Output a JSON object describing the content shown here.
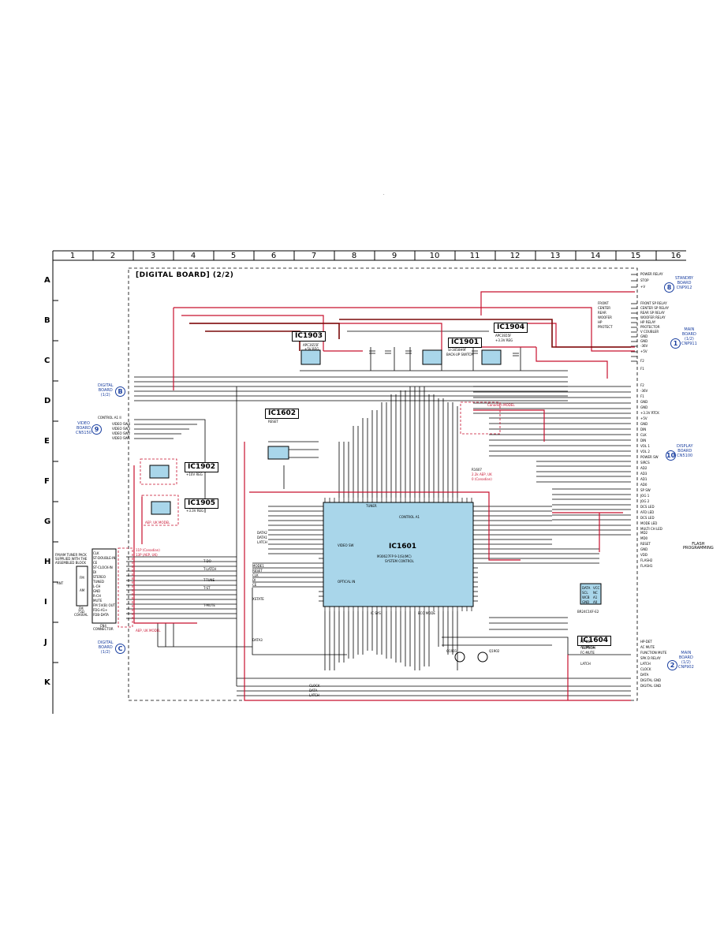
{
  "column_numbers": [
    "1",
    "2",
    "3",
    "4",
    "5",
    "6",
    "7",
    "8",
    "9",
    "10",
    "11",
    "12",
    "13",
    "14",
    "15",
    "16"
  ],
  "row_letters": [
    "A",
    "B",
    "C",
    "D",
    "E",
    "F",
    "G",
    "H",
    "I",
    "J",
    "K"
  ],
  "title": "[DIGITAL BOARD] (2/2)",
  "ics": {
    "ic1903": "IC1903",
    "ic1901": "IC1901",
    "ic1904": "IC1904",
    "ic1602": "IC1602",
    "ic1902": "IC1902",
    "ic1905": "IC1905",
    "ic1601": "IC1601",
    "ic1604": "IC1604"
  },
  "ic_sublabels": {
    "ic1903_part": "APC3S55F",
    "ic1903_desc": "+5V REG",
    "ic1901_part": "SI-3050H9F",
    "ic1901_desc": "BACK-UP SWITCH",
    "ic1904_part": "APC3S55F",
    "ic1904_desc": "+3.3V REG",
    "ic1602_desc": "RESET",
    "ic1902_desc": "+10V REG",
    "ic1905_desc": "+3.3V REG",
    "ic1601_part": "M30627FP 9-1(S)(MC)",
    "ic1601_desc": "SYSTEM CONTROL",
    "ic1604_desc": "EEPROM"
  },
  "board_refs": {
    "standby": {
      "num": "8",
      "lines": [
        "STANDBY",
        "BOARD",
        "CNP912"
      ]
    },
    "main_top": {
      "num": "1",
      "lines": [
        "MAIN",
        "BOARD",
        "(1/2)",
        "CNP911"
      ]
    },
    "display": {
      "num": "10",
      "lines": [
        "DISPLAY",
        "BOARD",
        "CN5100"
      ]
    },
    "main_bottom": {
      "num": "2",
      "lines": [
        "MAIN",
        "BOARD",
        "(1/2)",
        "CNP902"
      ]
    },
    "digital_b": {
      "num": "B",
      "lines": [
        "DIGITAL",
        "BOARD",
        "(1/2)"
      ]
    },
    "video": {
      "num": "9",
      "lines": [
        "VIDEO",
        "BOARD",
        "CN5150"
      ]
    },
    "digital_c": {
      "num": "C",
      "lines": [
        "DIGITAL",
        "BOARD",
        "(1/2)"
      ]
    }
  },
  "right_a_signals": [
    "POWER RELAY",
    "STOP",
    "+V"
  ],
  "right_b_signals": [
    "FRONT SP RELAY",
    "CENTER SP RELAY",
    "REAR SP RELAY",
    "WOOFER RELAY",
    "HP RELAY",
    "PROTECTOR",
    "V COUBLER",
    "GND",
    "GND",
    "-36V",
    "+5V",
    "F2",
    "F1"
  ],
  "right_b_inner": [
    "FRONT",
    "CENTER",
    "REAR",
    "WOOFER",
    "HP",
    "PROTECT"
  ],
  "right_d_signals": [
    "F2",
    "-36V",
    "F1",
    "GND",
    "GND",
    "+3.3V RTCK",
    "+5V",
    "GND",
    "DIN",
    "CLK",
    "DIN",
    "VOL 1",
    "VOL 2",
    "POWER SW",
    "SIRCS",
    "AD2",
    "AD3",
    "AD1",
    "AD0",
    "SP SW",
    "JOG 1",
    "JOG 2",
    "DCS LED",
    "AFD LED",
    "DCS LED",
    "MODE LED",
    "MULTI CH LED"
  ],
  "right_h_signals": [
    "MD2",
    "MD0",
    "RESET",
    "GND",
    "VDD",
    "FLASH2",
    "FLASH1"
  ],
  "right_h_brace": [
    "FLASH",
    "PROGRAMMING"
  ],
  "right_j_signals": [
    "HP-DET",
    "AC MUTE",
    "FUNCTION MUTE",
    "SPK D RELAY",
    "LATCH",
    "CLOCK",
    "DATA",
    "DIGITAL GND",
    "DIGITAL GND"
  ],
  "right_j_inner": [
    "HP-DET",
    "AC-MUTE",
    "FC-MUTE",
    "LATCH"
  ],
  "video_signals": [
    "CONTROL A1 II",
    "VIDEO SW4",
    "VIDEO SW3",
    "VIDEO SW2",
    "VIDEO SW1"
  ],
  "tuner_note": [
    "FM/AM TUNER PACK",
    "SUPPLIED WITH THE",
    "ASSEMBLED BLOCK"
  ],
  "tuner_pins": [
    "CLK",
    "ST-DOUBLE-IN",
    "CE",
    "ST-CLOCK-IN",
    "DI",
    "STEREO",
    "TUNED",
    "L-CH",
    "GND",
    "R-CH",
    "MUTE",
    "FM 5V(B) OUT",
    "FDG-A1+",
    "FDB-DATA"
  ],
  "tuner_sub": [
    "CN4",
    "CONNECTOR"
  ],
  "antenna_labels": [
    "ANT",
    "FM",
    "AM"
  ],
  "antenna_note": [
    "FM",
    "75Ω",
    "COAXIAL"
  ],
  "connector_notes": {
    "note_11p": "11P (Canadian)",
    "note_13p": "13P (AEP, UK)",
    "canadian_model": "Canadian MODEL",
    "aep_uk_model": "AEP, UK MODEL",
    "r1607": "R1607",
    "r1607_note1": "2.2k AEP, UK",
    "r1607_note2": "0 (Canadian)",
    "ic1905_aep": "AEP, UK MODEL"
  },
  "mid_labels": [
    "MODE1",
    "RESET",
    "CLK",
    "DI",
    "CE",
    "XSTATE",
    "DATA3",
    "DATA2",
    "DATA1",
    "LATCH",
    "VIDEO SW",
    "OPTICAL IN",
    "CONTROL A1",
    "TUNER",
    "ECO MODE",
    "IC SYS"
  ],
  "bottom_signals": [
    "CLOCK",
    "DATA",
    "LATCH",
    "T-MUTE",
    "T-LATCH",
    "T-TUNE",
    "T-ST",
    "T-DO"
  ],
  "ic1604_pins": [
    "DATA",
    "SCL",
    "WCB",
    "GND",
    "VCC",
    "NC",
    "A1",
    "A0"
  ],
  "ic1604_part": "BR24C16F-E2",
  "transistors": [
    "Q1901",
    "Q1902"
  ],
  "page_mark": "."
}
